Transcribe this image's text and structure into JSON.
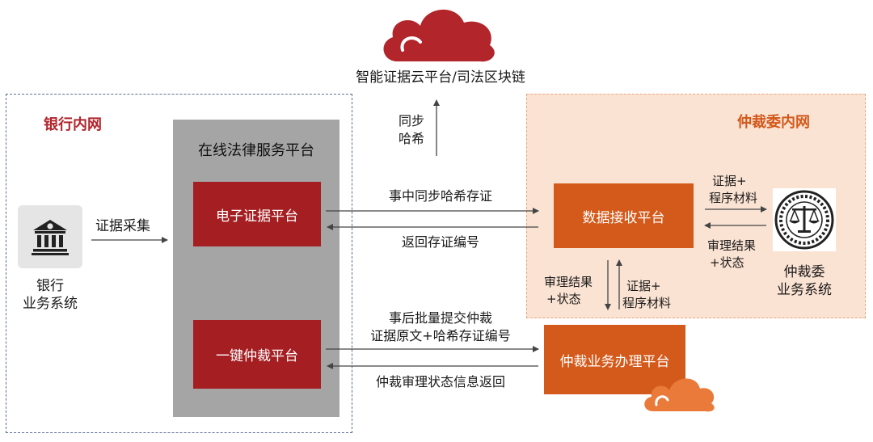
{
  "cloud_title": "智能证据云平台/司法区块链",
  "sync_hash_label": [
    "同步",
    "哈希"
  ],
  "bank_network": {
    "title": "银行内网",
    "bank_system_label": [
      "银行",
      "业务系统"
    ],
    "evidence_collect_label": "证据采集",
    "platform_title": "在线法律服务平台",
    "evidence_platform": "电子证据平台",
    "arbitration_platform": "一键仲裁平台"
  },
  "arbitration_network": {
    "title": "仲裁委内网",
    "data_receive_platform": "数据接收平台",
    "commission_system_label": [
      "仲裁委",
      "业务系统"
    ],
    "right_top_label": [
      "证据+",
      "程序材料"
    ],
    "right_bottom_label": [
      "审理结果",
      "+状态"
    ],
    "down_left_label": [
      "审理结果",
      "+状态"
    ],
    "up_right_label": [
      "证据+",
      "程序材料"
    ]
  },
  "arbitration_business_platform": "仲裁业务办理平台",
  "flows": {
    "sync_hash_store": "事中同步哈希存证",
    "return_store_no": "返回存证编号",
    "batch_submit": [
      "事后批量提交仲裁",
      "证据原文+哈希存证编号"
    ],
    "status_return": "仲裁审理状态信息返回"
  },
  "colors": {
    "red": "#a51e22",
    "orange": "#d45a1b",
    "cloud_red": "#b1252b",
    "cloud_orange": "#ea7a3a"
  },
  "icons": [
    "cloud-icon",
    "bank-icon",
    "scales-emblem-icon",
    "cloud-orange-icon"
  ]
}
